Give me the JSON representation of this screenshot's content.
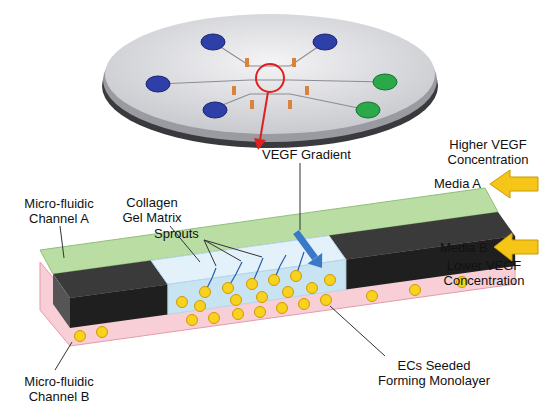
{
  "diagram": {
    "labels": [
      "Higher VEGF Concentration",
      "Media A",
      "Collagen Gel Matrix",
      "VEGF Gradient",
      "Sprouts",
      "Micro-fluidic Channel A",
      "Media B",
      "Lower VEGF Concentration",
      "ECs Seeded Forming Monolayer",
      "Micro-fluidic Channel B"
    ]
  }
}
